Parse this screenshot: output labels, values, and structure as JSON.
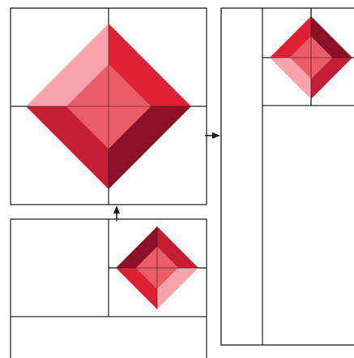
{
  "palette": {
    "background": "#ffffff",
    "line": "#231f20",
    "light": "#f7a3ae",
    "bright": "#de2135",
    "medium": "#c41e34",
    "dark": "#8a1128",
    "center": "#ea5c67"
  },
  "gems": [
    {
      "id": "large",
      "facets": {
        "top_left": "light",
        "top_right": "bright",
        "bottom_left": "medium",
        "bottom_right": "dark"
      }
    },
    {
      "id": "bottom-small",
      "facets": {
        "top_left": "dark",
        "top_right": "medium",
        "bottom_left": "bright",
        "bottom_right": "light"
      }
    },
    {
      "id": "right-small",
      "facets": {
        "top_left": "bright",
        "top_right": "dark",
        "bottom_left": "light",
        "bottom_right": "medium"
      }
    }
  ]
}
